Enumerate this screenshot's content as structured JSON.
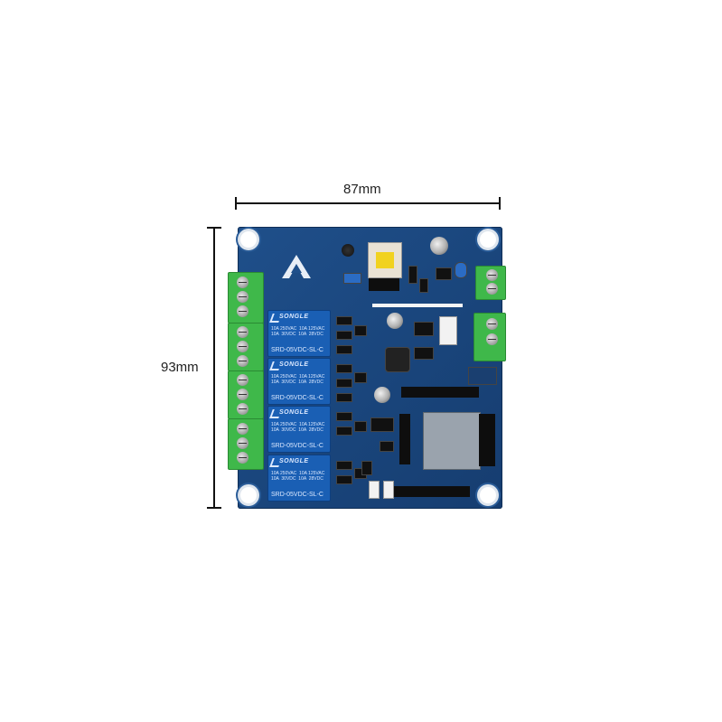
{
  "dimensions": {
    "width_label": "87mm",
    "height_label": "93mm"
  },
  "relays": [
    {
      "brand": "SONGLE",
      "spec": "10A 250VAC  10A 125VAC\n10A  30VDC  10A  28VDC",
      "model": "SRD-05VDC-SL-C"
    },
    {
      "brand": "SONGLE",
      "spec": "10A 250VAC  10A 125VAC\n10A  30VDC  10A  28VDC",
      "model": "SRD-05VDC-SL-C"
    },
    {
      "brand": "SONGLE",
      "spec": "10A 250VAC  10A 125VAC\n10A  30VDC  10A  28VDC",
      "model": "SRD-05VDC-SL-C"
    },
    {
      "brand": "SONGLE",
      "spec": "10A 250VAC  10A 125VAC\n10A  30VDC  10A  28VDC",
      "model": "SRD-05VDC-SL-C"
    }
  ],
  "colors": {
    "board": "#1f4f8a",
    "terminal": "#3fb84a",
    "relay": "#1a5fb4"
  }
}
